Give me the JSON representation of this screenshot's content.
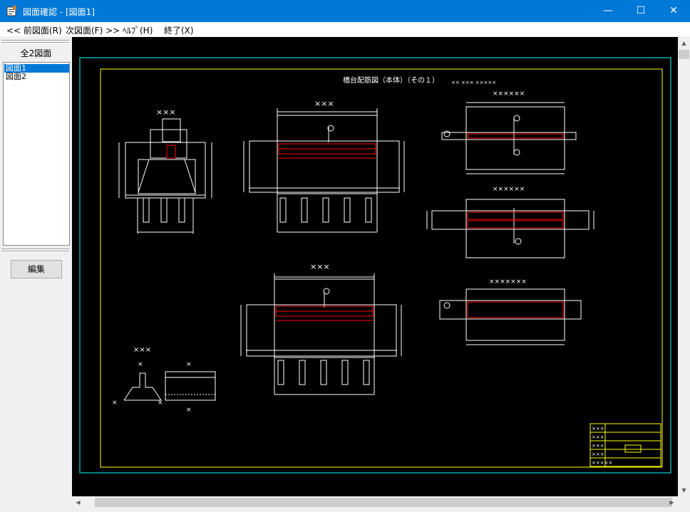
{
  "window": {
    "title": "図面確認 - [図面1]",
    "minimize_glyph": "—",
    "maximize_glyph": "☐",
    "close_glyph": "✕"
  },
  "menu": {
    "prev": "<< 前図面(R)",
    "next": "次図面(F) >>",
    "help": "ﾍﾙﾌﾟ(H)",
    "exit": "終了(X)"
  },
  "sidebar": {
    "count_label": "全2図面",
    "items": [
      {
        "label": "図面1",
        "selected": true
      },
      {
        "label": "図面2",
        "selected": false
      }
    ],
    "edit_button": "編集"
  },
  "drawing": {
    "title": "橋台配筋図（本体）（その１）",
    "title_suffix": "×× ××× ×××××",
    "label_xxx": "×××",
    "label_x5": "×××××",
    "label_x6": "××××××",
    "label_x7": "×××××××",
    "mark_x": "×",
    "colors": {
      "background": "#000000",
      "outer_frame": "#00ffff",
      "inner_frame": "#ffff00",
      "lines": "#ffffff",
      "rebar": "#ff0000"
    }
  }
}
